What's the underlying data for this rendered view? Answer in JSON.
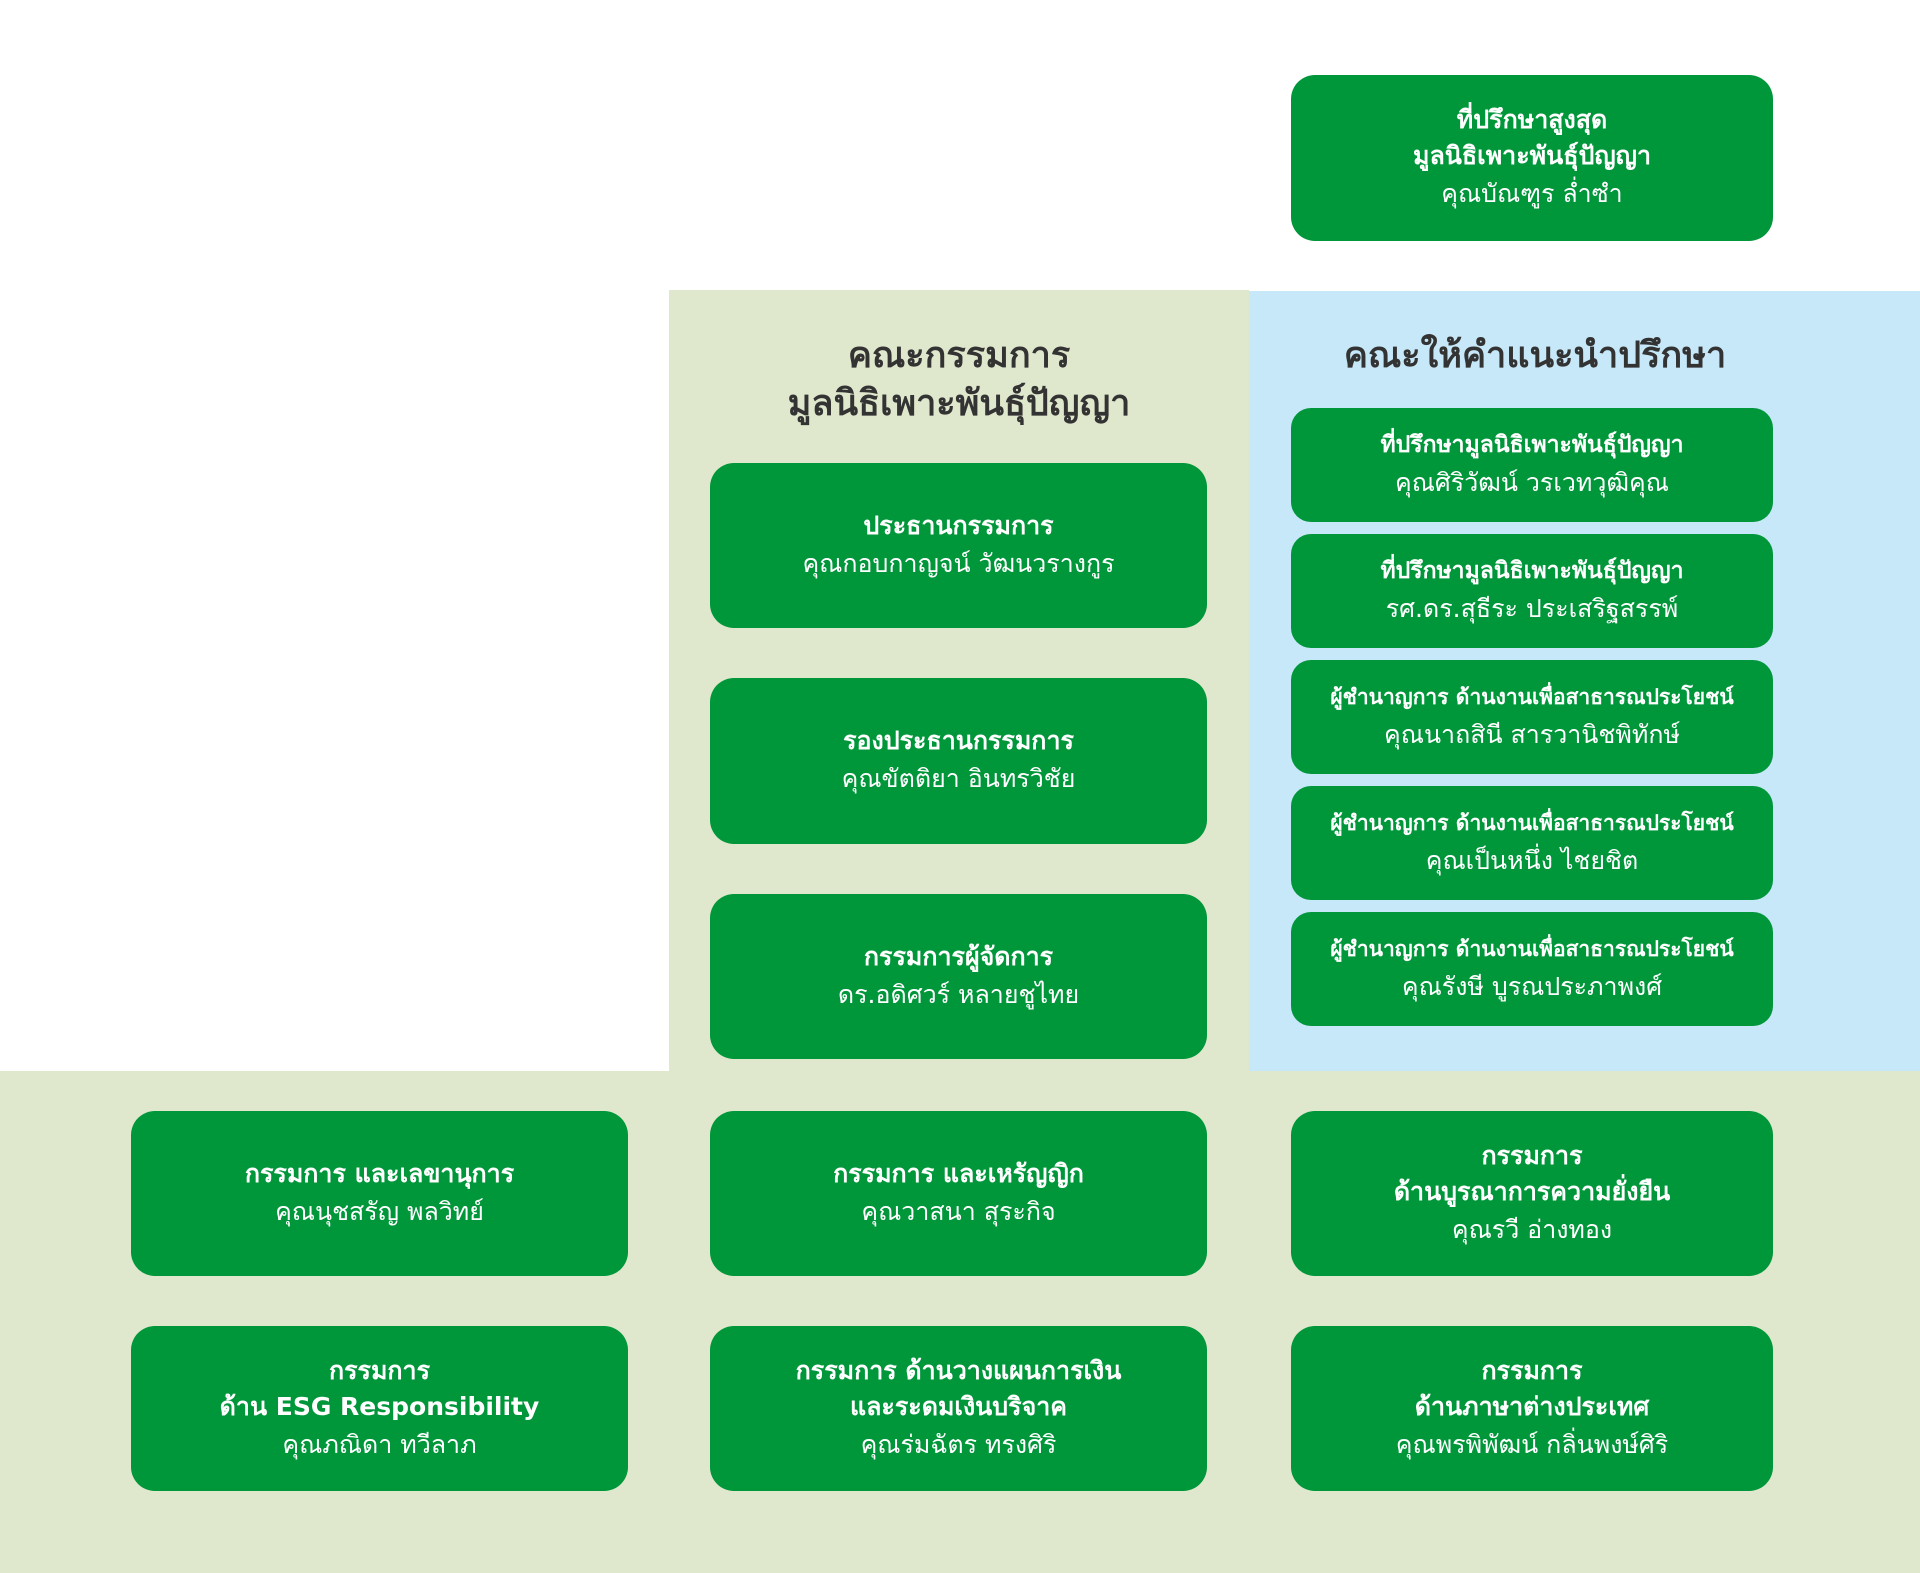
{
  "top_advisor": {
    "title_lines": [
      "ที่ปรึกษาสูงสุด",
      "มูลนิธิเพาะพันธุ์ปัญญา"
    ],
    "name": "คุณบัณฑูร ล่ำซำ"
  },
  "board": {
    "heading_lines": [
      "คณะกรรมการ",
      "มูลนิธิเพาะพันธุ์ปัญญา"
    ],
    "members": [
      {
        "title": "ประธานกรรมการ",
        "name": "คุณกอบกาญจน์ วัฒนวรางกูร"
      },
      {
        "title": "รองประธานกรรมการ",
        "name": "คุณขัตติยา อินทรวิชัย"
      },
      {
        "title": "กรรมการผู้จัดการ",
        "name": "ดร.อดิศวร์ หลายชูไทย"
      }
    ]
  },
  "advisory": {
    "heading": "คณะให้คำแนะนำปรึกษา",
    "members": [
      {
        "title": "ที่ปรึกษามูลนิธิเพาะพันธุ์ปัญญา",
        "name": "คุณศิริวัฒน์ วรเวทวุฒิคุณ"
      },
      {
        "title": "ที่ปรึกษามูลนิธิเพาะพันธุ์ปัญญา",
        "name": "รศ.ดร.สุธีระ ประเสริฐสรรพ์"
      },
      {
        "title": "ผู้ชำนาญการ ด้านงานเพื่อสาธารณประโยชน์",
        "name": "คุณนาถสินี สารวานิชพิทักษ์"
      },
      {
        "title": "ผู้ชำนาญการ ด้านงานเพื่อสาธารณประโยชน์",
        "name": "คุณเป็นหนึ่ง ไชยชิต"
      },
      {
        "title": "ผู้ชำนาญการ ด้านงานเพื่อสาธารณประโยชน์",
        "name": "คุณรังษี บูรณประภาพงศ์"
      }
    ]
  },
  "directors": [
    {
      "title_lines": [
        "กรรมการ และเลขานุการ"
      ],
      "name": "คุณนุชสรัญ พลวิทย์"
    },
    {
      "title_lines": [
        "กรรมการ และเหรัญญิก"
      ],
      "name": "คุณวาสนา สุระกิจ"
    },
    {
      "title_lines": [
        "กรรมการ",
        "ด้านบูรณาการความยั่งยืน"
      ],
      "name": "คุณรวี อ่างทอง"
    },
    {
      "title_lines": [
        "กรรมการ",
        "ด้าน ESG Responsibility"
      ],
      "name": "คุณภณิดา ทวีลาภ"
    },
    {
      "title_lines": [
        "กรรมการ ด้านวางแผนการเงิน",
        "และระดมเงินบริจาค"
      ],
      "name": "คุณร่มฉัตร ทรงศิริ"
    },
    {
      "title_lines": [
        "กรรมการ",
        "ด้านภาษาต่างประเทศ"
      ],
      "name": "คุณพรพิพัฒน์ กลิ่นพงษ์ศิริ"
    }
  ],
  "colors": {
    "box_green": "#00963a",
    "panel_green": "#dfe8cc",
    "panel_blue": "#c7e8f8",
    "heading_text": "#333333"
  }
}
